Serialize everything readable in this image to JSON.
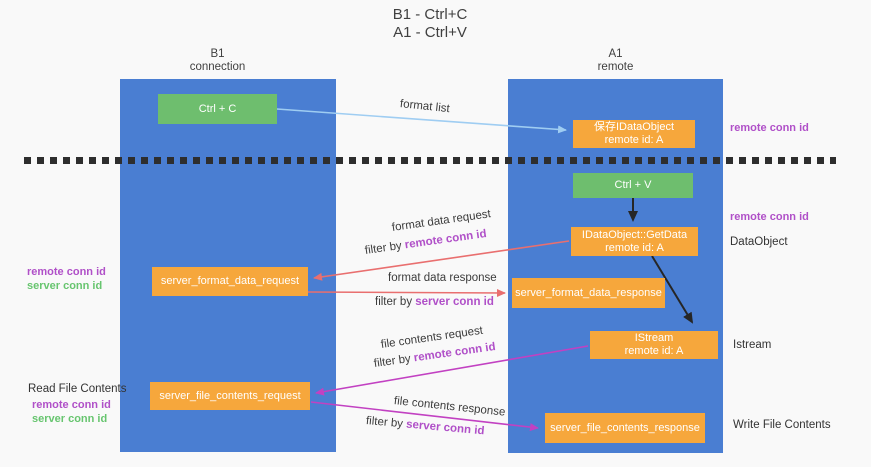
{
  "colors": {
    "lane_blue": "#4a7ed2",
    "node_green": "#6ebe6e",
    "node_orange": "#f6a73c",
    "arrow_light_blue": "#9fcdf2",
    "arrow_red": "#e96f6f",
    "arrow_magenta": "#c241c2",
    "arrow_black": "#262626",
    "text_purple": "#b050c8",
    "text_green": "#67c56f",
    "background": "#f9f9f9"
  },
  "title": {
    "line1": "B1 - Ctrl+C",
    "line2": "A1 - Ctrl+V"
  },
  "lanes": {
    "left": {
      "name": "B1",
      "role": "connection"
    },
    "right": {
      "name": "A1",
      "role": "remote"
    }
  },
  "nodes": {
    "ctrl_c": "Ctrl + C",
    "ctrl_v": "Ctrl + V",
    "save_dataobject": {
      "line1": "保存IDataObject",
      "line2": "remote id: A"
    },
    "getdata": {
      "line1": "IDataObject::GetData",
      "line2": "remote id: A"
    },
    "istream": {
      "line1": "IStream",
      "line2": "remote id: A"
    },
    "server_format_data_request": "server_format_data_request",
    "server_format_data_response": "server_format_data_response",
    "server_file_contents_request": "server_file_contents_request",
    "server_file_contents_response": "server_file_contents_response"
  },
  "edge_labels": {
    "format_list": "format list",
    "format_data_request": "format data request",
    "format_data_response": "format data response",
    "file_contents_request": "file contents request",
    "file_contents_response": "file contents response",
    "filter_by": "filter by ",
    "remote_conn_id": "remote conn id",
    "server_conn_id": "server conn id"
  },
  "side_labels": {
    "right_remote_conn_id_top": "remote conn id",
    "right_remote_conn_id_mid": "remote conn id",
    "dataobject": "DataObject",
    "istream": "Istream",
    "write_file_contents": "Write File Contents",
    "left_remote_conn_id_mid": "remote conn id",
    "left_server_conn_id_mid": "server conn id",
    "read_file_contents": "Read File Contents",
    "left_remote_conn_id_bottom": "remote conn id",
    "left_server_conn_id_bottom": "server conn id"
  }
}
